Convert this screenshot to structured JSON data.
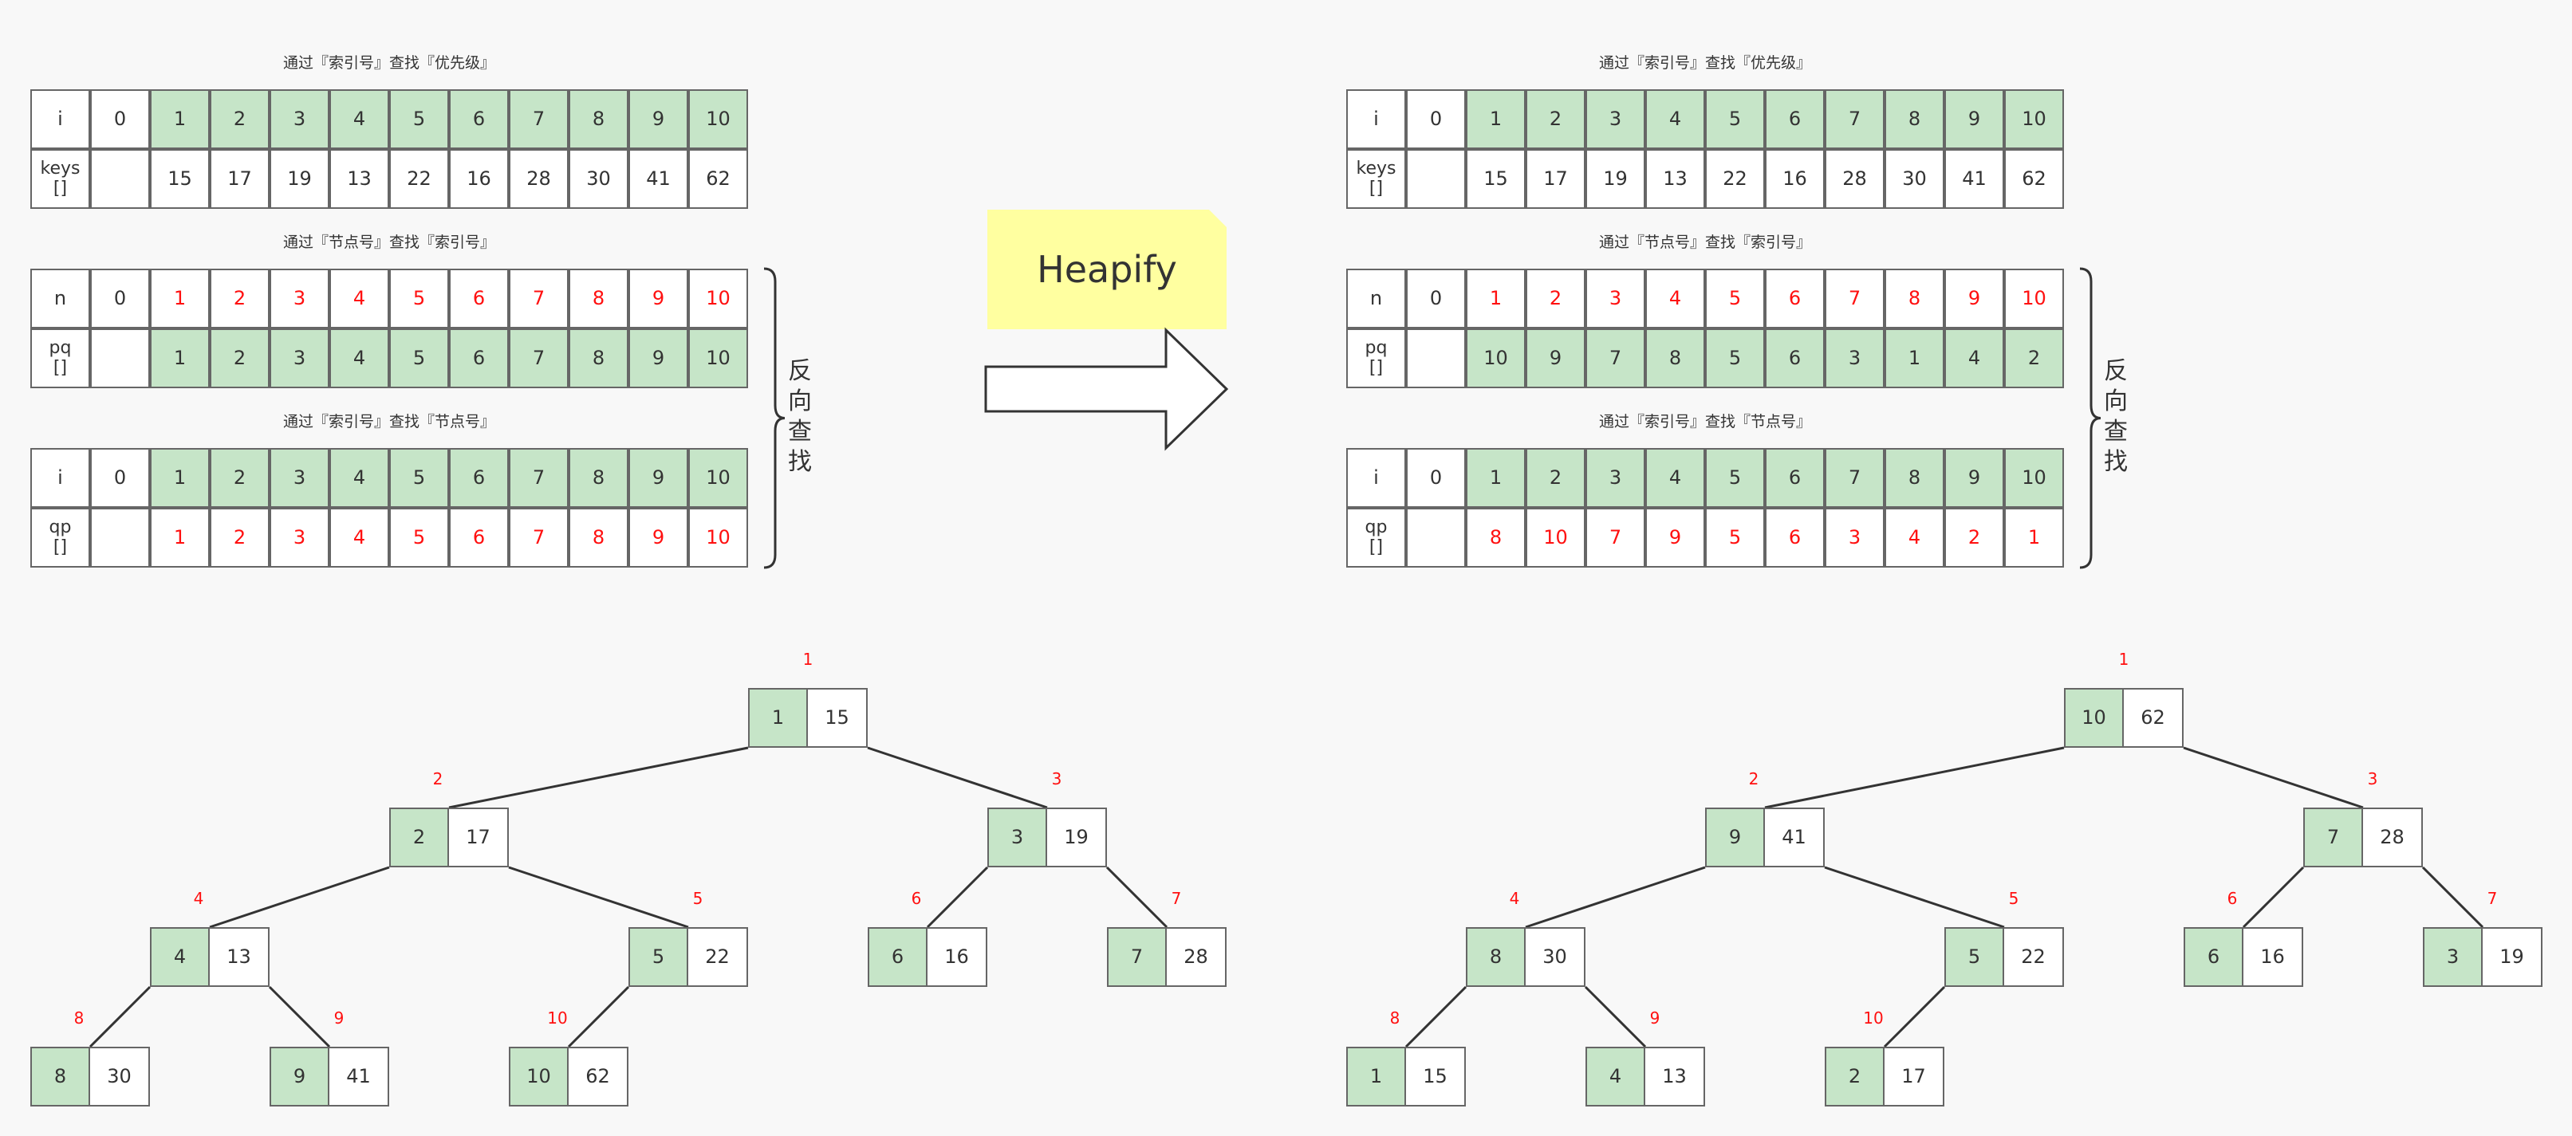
{
  "arrow_label": "Heapify",
  "brace_label": "反向查找",
  "panels": [
    {
      "captions": [
        "通过『索引号』查找『优先级』",
        "通过『节点号』查找『索引号』",
        "通过『索引号』查找『节点号』"
      ],
      "tables": [
        {
          "header": [
            "i",
            "0",
            "1",
            "2",
            "3",
            "4",
            "5",
            "6",
            "7",
            "8",
            "9",
            "10"
          ],
          "values": [
            "keys\n[]",
            "",
            "15",
            "17",
            "19",
            "13",
            "22",
            "16",
            "28",
            "30",
            "41",
            "62"
          ],
          "header_style": "green",
          "values_style": "plain"
        },
        {
          "header": [
            "n",
            "0",
            "1",
            "2",
            "3",
            "4",
            "5",
            "6",
            "7",
            "8",
            "9",
            "10"
          ],
          "values": [
            "pq\n[]",
            "",
            "1",
            "2",
            "3",
            "4",
            "5",
            "6",
            "7",
            "8",
            "9",
            "10"
          ],
          "header_style": "red",
          "values_style": "green"
        },
        {
          "header": [
            "i",
            "0",
            "1",
            "2",
            "3",
            "4",
            "5",
            "6",
            "7",
            "8",
            "9",
            "10"
          ],
          "values": [
            "qp\n[]",
            "",
            "1",
            "2",
            "3",
            "4",
            "5",
            "6",
            "7",
            "8",
            "9",
            "10"
          ],
          "header_style": "green",
          "values_style": "red"
        }
      ],
      "tree": [
        {
          "num": "1",
          "index": "1",
          "key": "15"
        },
        {
          "num": "2",
          "index": "2",
          "key": "17"
        },
        {
          "num": "3",
          "index": "3",
          "key": "19"
        },
        {
          "num": "4",
          "index": "4",
          "key": "13"
        },
        {
          "num": "5",
          "index": "5",
          "key": "22"
        },
        {
          "num": "6",
          "index": "6",
          "key": "16"
        },
        {
          "num": "7",
          "index": "7",
          "key": "28"
        },
        {
          "num": "8",
          "index": "8",
          "key": "30"
        },
        {
          "num": "9",
          "index": "9",
          "key": "41"
        },
        {
          "num": "10",
          "index": "10",
          "key": "62"
        }
      ]
    },
    {
      "captions": [
        "通过『索引号』查找『优先级』",
        "通过『节点号』查找『索引号』",
        "通过『索引号』查找『节点号』"
      ],
      "tables": [
        {
          "header": [
            "i",
            "0",
            "1",
            "2",
            "3",
            "4",
            "5",
            "6",
            "7",
            "8",
            "9",
            "10"
          ],
          "values": [
            "keys\n[]",
            "",
            "15",
            "17",
            "19",
            "13",
            "22",
            "16",
            "28",
            "30",
            "41",
            "62"
          ],
          "header_style": "green",
          "values_style": "plain"
        },
        {
          "header": [
            "n",
            "0",
            "1",
            "2",
            "3",
            "4",
            "5",
            "6",
            "7",
            "8",
            "9",
            "10"
          ],
          "values": [
            "pq\n[]",
            "",
            "10",
            "9",
            "7",
            "8",
            "5",
            "6",
            "3",
            "1",
            "4",
            "2"
          ],
          "header_style": "red",
          "values_style": "green"
        },
        {
          "header": [
            "i",
            "0",
            "1",
            "2",
            "3",
            "4",
            "5",
            "6",
            "7",
            "8",
            "9",
            "10"
          ],
          "values": [
            "qp\n[]",
            "",
            "8",
            "10",
            "7",
            "9",
            "5",
            "6",
            "3",
            "4",
            "2",
            "1"
          ],
          "header_style": "green",
          "values_style": "red"
        }
      ],
      "tree": [
        {
          "num": "1",
          "index": "10",
          "key": "62"
        },
        {
          "num": "2",
          "index": "9",
          "key": "41"
        },
        {
          "num": "3",
          "index": "7",
          "key": "28"
        },
        {
          "num": "4",
          "index": "8",
          "key": "30"
        },
        {
          "num": "5",
          "index": "5",
          "key": "22"
        },
        {
          "num": "6",
          "index": "6",
          "key": "16"
        },
        {
          "num": "7",
          "index": "3",
          "key": "19"
        },
        {
          "num": "8",
          "index": "1",
          "key": "15"
        },
        {
          "num": "9",
          "index": "4",
          "key": "13"
        },
        {
          "num": "10",
          "index": "2",
          "key": "17"
        }
      ]
    }
  ],
  "colors": {
    "green": "#c6e5c8",
    "red": "#ff1010",
    "note": "#ffffa0",
    "border": "#666666"
  }
}
